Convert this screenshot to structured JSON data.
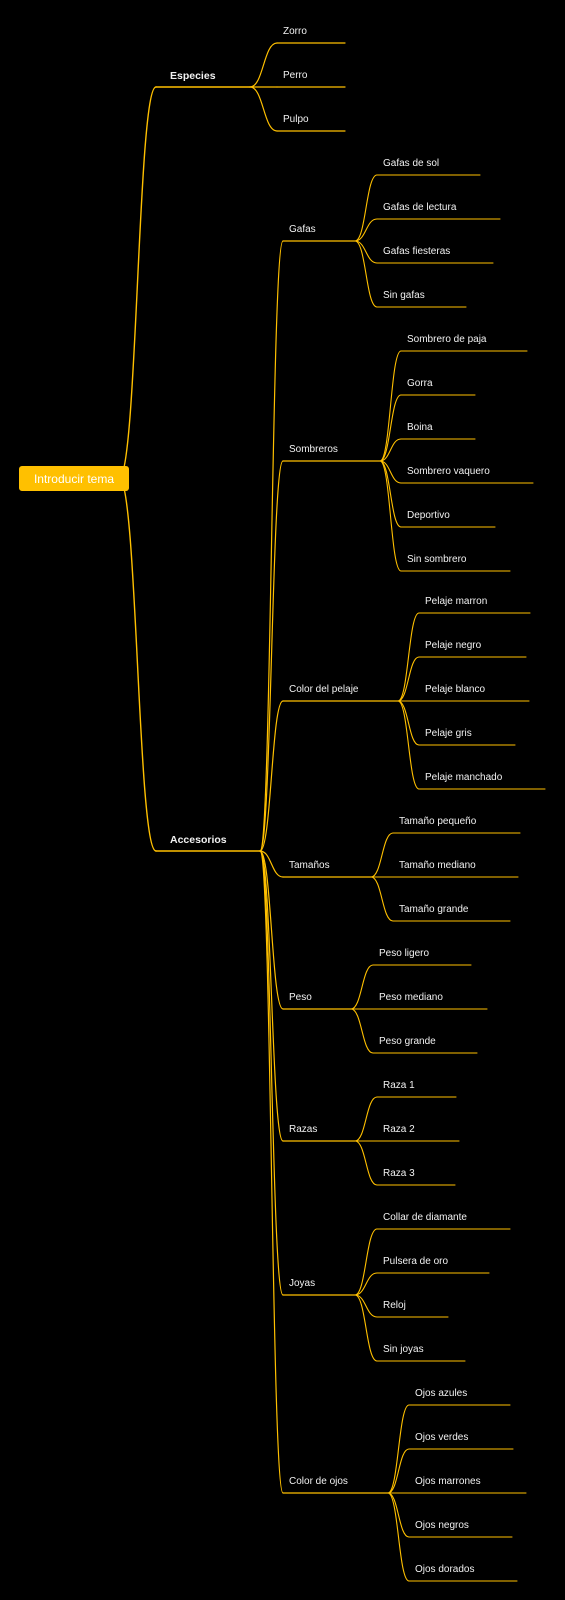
{
  "root": {
    "label": "Introducir tema"
  },
  "colors": {
    "accent": "#FFC000",
    "background": "#000000",
    "text": "#F2F2F2"
  },
  "branches": [
    {
      "label": "Especies",
      "children": [
        {
          "label": "Zorro",
          "children": []
        },
        {
          "label": "Perro",
          "children": []
        },
        {
          "label": "Pulpo",
          "children": []
        }
      ]
    },
    {
      "label": "Accesorios",
      "children": [
        {
          "label": "Gafas",
          "children": [
            "Gafas de sol",
            "Gafas de lectura",
            "Gafas fiesteras",
            "Sin gafas"
          ]
        },
        {
          "label": "Sombreros",
          "children": [
            "Sombrero de paja",
            "Gorra",
            "Boina",
            "Sombrero vaquero",
            "Deportivo",
            "Sin sombrero"
          ]
        },
        {
          "label": "Color del pelaje",
          "children": [
            "Pelaje marron",
            "Pelaje negro",
            "Pelaje blanco",
            "Pelaje gris",
            "Pelaje manchado"
          ]
        },
        {
          "label": "Tamaños",
          "children": [
            "Tamaño pequeño",
            "Tamaño mediano",
            "Tamaño grande"
          ]
        },
        {
          "label": "Peso",
          "children": [
            "Peso ligero",
            "Peso mediano",
            "Peso grande"
          ]
        },
        {
          "label": "Razas",
          "children": [
            "Raza 1",
            "Raza 2",
            "Raza 3"
          ]
        },
        {
          "label": "Joyas",
          "children": [
            "Collar de diamante",
            "Pulsera de oro",
            "Reloj",
            "Sin joyas"
          ]
        },
        {
          "label": "Color de ojos",
          "children": [
            "Ojos azules",
            "Ojos verdes",
            "Ojos marrones",
            "Ojos negros",
            "Ojos dorados"
          ]
        }
      ]
    }
  ]
}
